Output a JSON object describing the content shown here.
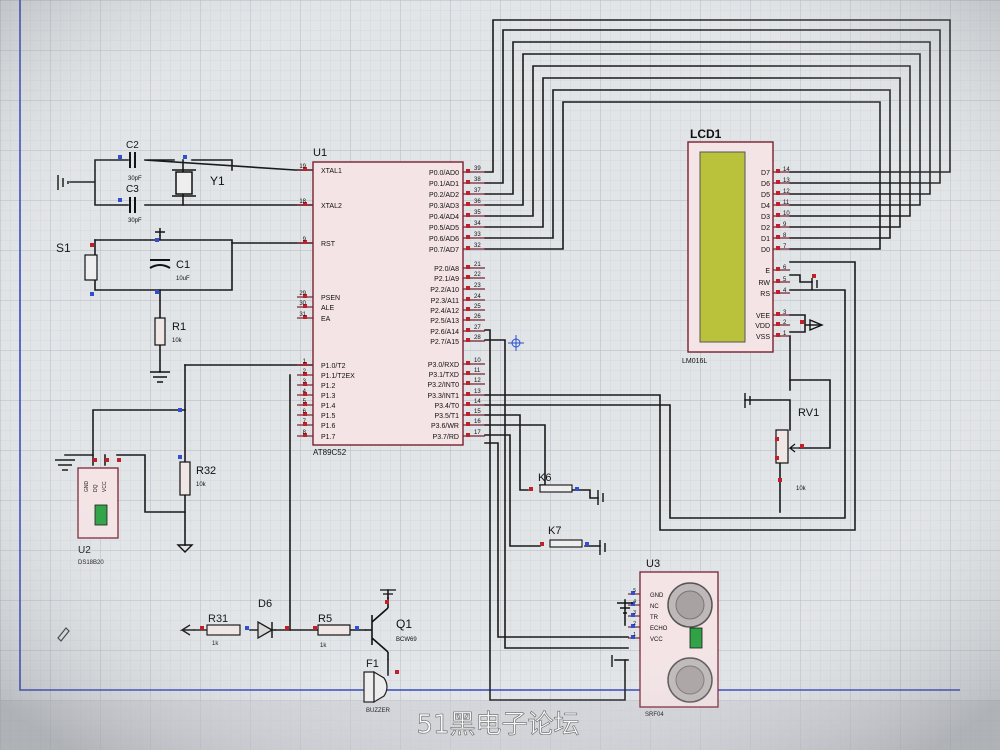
{
  "watermark": "51黑电子论坛",
  "u1": {
    "ref": "U1",
    "part": "AT89C52",
    "left_pins": [
      {
        "num": "19",
        "name": "XTAL1"
      },
      {
        "num": "18",
        "name": "XTAL2"
      },
      {
        "num": "9",
        "name": "RST"
      },
      {
        "num": "29",
        "name": "PSEN"
      },
      {
        "num": "30",
        "name": "ALE"
      },
      {
        "num": "31",
        "name": "EA"
      },
      {
        "num": "1",
        "name": "P1.0/T2"
      },
      {
        "num": "2",
        "name": "P1.1/T2EX"
      },
      {
        "num": "3",
        "name": "P1.2"
      },
      {
        "num": "4",
        "name": "P1.3"
      },
      {
        "num": "5",
        "name": "P1.4"
      },
      {
        "num": "6",
        "name": "P1.5"
      },
      {
        "num": "7",
        "name": "P1.6"
      },
      {
        "num": "8",
        "name": "P1.7"
      }
    ],
    "right_pins": [
      {
        "num": "39",
        "name": "P0.0/AD0"
      },
      {
        "num": "38",
        "name": "P0.1/AD1"
      },
      {
        "num": "37",
        "name": "P0.2/AD2"
      },
      {
        "num": "36",
        "name": "P0.3/AD3"
      },
      {
        "num": "35",
        "name": "P0.4/AD4"
      },
      {
        "num": "34",
        "name": "P0.5/AD5"
      },
      {
        "num": "33",
        "name": "P0.6/AD6"
      },
      {
        "num": "32",
        "name": "P0.7/AD7"
      },
      {
        "num": "21",
        "name": "P2.0/A8"
      },
      {
        "num": "22",
        "name": "P2.1/A9"
      },
      {
        "num": "23",
        "name": "P2.2/A10"
      },
      {
        "num": "24",
        "name": "P2.3/A11"
      },
      {
        "num": "25",
        "name": "P2.4/A12"
      },
      {
        "num": "26",
        "name": "P2.5/A13"
      },
      {
        "num": "27",
        "name": "P2.6/A14"
      },
      {
        "num": "28",
        "name": "P2.7/A15"
      },
      {
        "num": "10",
        "name": "P3.0/RXD"
      },
      {
        "num": "11",
        "name": "P3.1/TXD"
      },
      {
        "num": "12",
        "name": "P3.2/INT0"
      },
      {
        "num": "13",
        "name": "P3.3/INT1"
      },
      {
        "num": "14",
        "name": "P3.4/T0"
      },
      {
        "num": "15",
        "name": "P3.5/T1"
      },
      {
        "num": "16",
        "name": "P3.6/WR"
      },
      {
        "num": "17",
        "name": "P3.7/RD"
      }
    ]
  },
  "lcd": {
    "ref": "LCD1",
    "part": "LM016L",
    "pins": [
      {
        "name": "D7",
        "num": "14"
      },
      {
        "name": "D6",
        "num": "13"
      },
      {
        "name": "D5",
        "num": "12"
      },
      {
        "name": "D4",
        "num": "11"
      },
      {
        "name": "D3",
        "num": "10"
      },
      {
        "name": "D2",
        "num": "9"
      },
      {
        "name": "D1",
        "num": "8"
      },
      {
        "name": "D0",
        "num": "7"
      },
      {
        "name": "E",
        "num": "6"
      },
      {
        "name": "RW",
        "num": "5"
      },
      {
        "name": "RS",
        "num": "4"
      },
      {
        "name": "VEE",
        "num": "3"
      },
      {
        "name": "VDD",
        "num": "2"
      },
      {
        "name": "VSS",
        "num": "1"
      }
    ]
  },
  "parts": {
    "c2": {
      "ref": "C2",
      "value": "30pF"
    },
    "c3": {
      "ref": "C3",
      "value": "30pF"
    },
    "y1": {
      "ref": "Y1"
    },
    "s1": {
      "ref": "S1"
    },
    "c1": {
      "ref": "C1",
      "value": "10uF"
    },
    "r1": {
      "ref": "R1",
      "value": "10k"
    },
    "r32": {
      "ref": "R32",
      "value": "10k"
    },
    "u2": {
      "ref": "U2",
      "part": "DS18B20",
      "pins": [
        "GND",
        "DQ",
        "VCC"
      ]
    },
    "rv1": {
      "ref": "RV1",
      "value": "10k"
    },
    "k6": {
      "ref": "K6"
    },
    "k7": {
      "ref": "K7"
    },
    "u3": {
      "ref": "U3",
      "part": "SRF04",
      "pins": [
        "GND",
        "NC",
        "TR",
        "ECHO",
        "VCC"
      ],
      "pin_nums": [
        "5",
        "4",
        "3",
        "2",
        "1"
      ]
    },
    "d6": {
      "ref": "D6"
    },
    "r31": {
      "ref": "R31",
      "value": "1k"
    },
    "r5": {
      "ref": "R5",
      "value": "1k"
    },
    "q1": {
      "ref": "Q1",
      "part": "BCW69"
    },
    "f1": {
      "ref": "F1",
      "part": "BUZZER"
    }
  },
  "colors": {
    "wire": "#1a1a1a",
    "chip_fill": "#f4e4e6",
    "chip_border": "#7a2030",
    "pin_red": "#c0202a",
    "pin_blue": "#3050d0",
    "lcd_screen": "#b9c23a",
    "grid": "#c2c6cb"
  }
}
